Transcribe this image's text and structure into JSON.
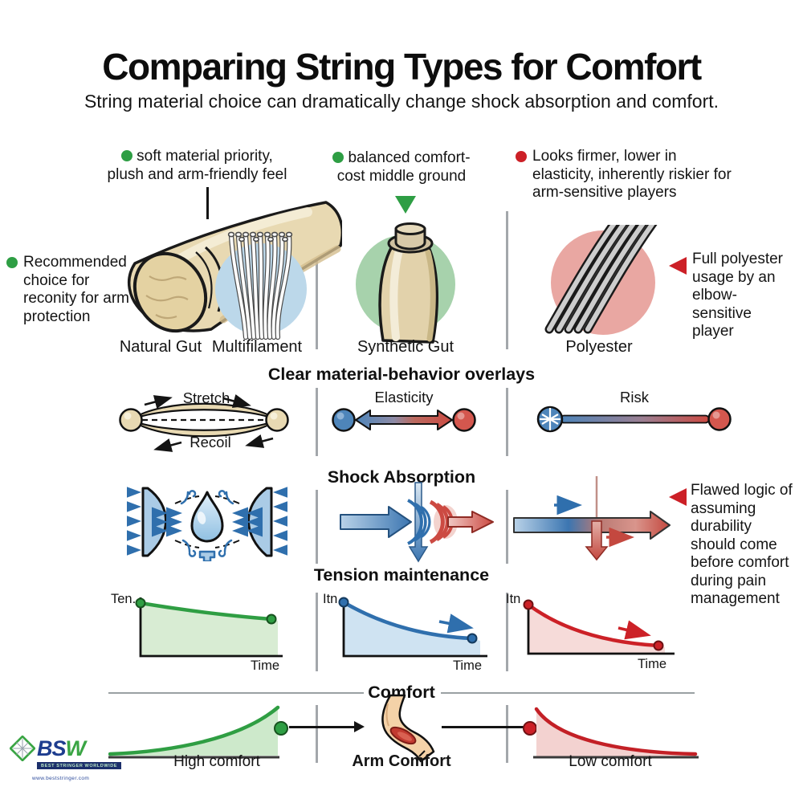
{
  "header": {
    "title": "Comparing String Types for Comfort",
    "subtitle": "String material choice can dramatically change shock absorption and comfort."
  },
  "strings_section": {
    "annotations": {
      "natural_gut": "soft material priority, plush and arm-friendly feel",
      "synthetic_gut": "balanced comfort-cost middle ground",
      "polyester": "Looks firmer, lower in elasticity, inherently riskier for arm-sensitive players",
      "recommended": "Recommended choice for reconity for arm protection",
      "full_polyester": "Full polyester usage by an elbow-sensitive player"
    },
    "labels": {
      "natural_gut": "Natural Gut",
      "multifilament": "Multifilament",
      "synthetic_gut": "Synthetic Gut",
      "polyester": "Polyester"
    }
  },
  "overlays_section": {
    "heading": "Clear material-behavior overlays",
    "stretch": "Stretch",
    "recoil": "Recoil",
    "elasticity": "Elasticity",
    "risk": "Risk"
  },
  "shock_section": {
    "heading": "Shock Absorption",
    "note": "Flawed logic of assuming durability should come before comfort during pain management"
  },
  "tension_section": {
    "heading": "Tension maintenance",
    "graphs": [
      {
        "material": "Natural Gut / Multifilament",
        "y_label": "Ten.",
        "x_label": "Time",
        "trend": "slight decline",
        "color": "#2f9e43"
      },
      {
        "material": "Synthetic Gut",
        "y_label": "Itn",
        "x_label": "Time",
        "trend": "moderate decline",
        "color": "#2f6fad"
      },
      {
        "material": "Polyester",
        "y_label": "Itn",
        "x_label": "Time",
        "trend": "steep decline",
        "color": "#cc2127"
      }
    ]
  },
  "comfort_section": {
    "heading": "Comfort",
    "high_label": "High comfort",
    "center_label": "Arm Comfort",
    "low_label": "Low comfort"
  },
  "logo": {
    "bs": "BS",
    "w": "W",
    "tagline": "BEST STRINGER WORLDWIDE",
    "website": "www.beststringer.com"
  },
  "colors": {
    "positive_green": "#2e9e44",
    "negative_red": "#cc2027",
    "gut_tan": "#e8d9b2",
    "multifilament_blue_bg": "#bcd8ea",
    "synthetic_green_bg": "#a7d2ac",
    "polyester_pink_bg": "#e9a7a2",
    "shock_blue": "#3c76b1",
    "shock_red": "#cc4a42",
    "divider_gray": "#a3a7ab"
  }
}
